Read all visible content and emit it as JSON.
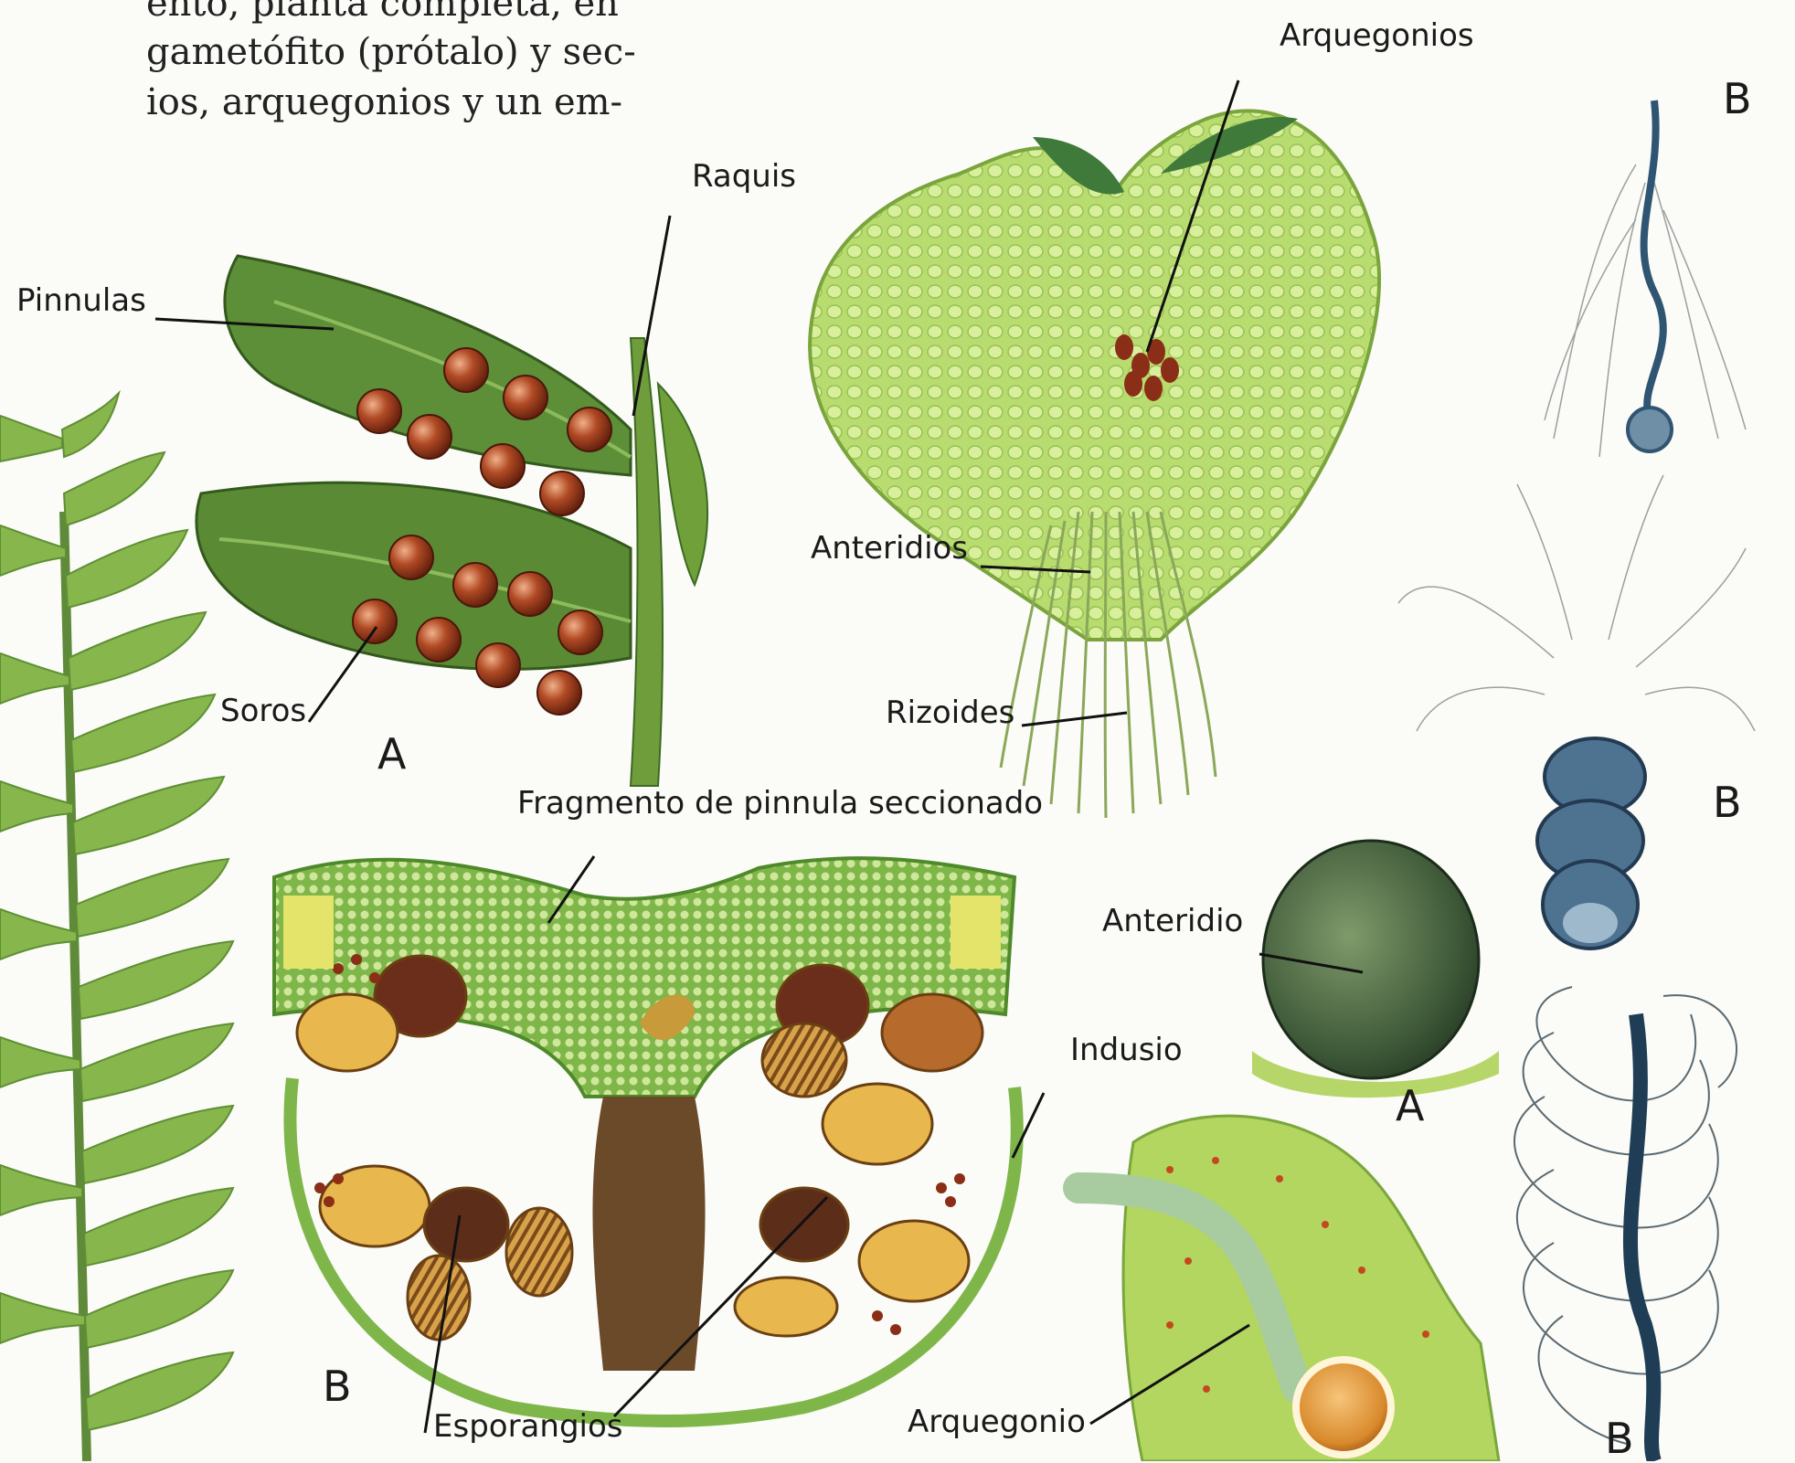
{
  "text_lines": [
    "ento, planta completa, en",
    "gametófito (prótalo) y sec-",
    "ios, arquegonios y un em-"
  ],
  "labels": {
    "arquegonios": "Arquegonios",
    "raquis": "Raquis",
    "pinnulas": "Pinnulas",
    "anteridios": "Anteridios",
    "soros": "Soros",
    "rizoides": "Rizoides",
    "fragmento": "Fragmento de pinnula seccionado",
    "anteridio": "Anteridio",
    "indusio": "Indusio",
    "esporangios": "Esporangios",
    "arquegonio": "Arquegonio"
  },
  "letters": {
    "pinna": "A",
    "section": "B",
    "anteridio": "A",
    "sperm_top": "B",
    "sperm_mid": "B",
    "sperm_bottom": "B"
  },
  "colors": {
    "leaf_dark": "#4e7a32",
    "leaf_light": "#a9cf6a",
    "prothallus": "#b5d86a",
    "sorus": "#9a3a1c",
    "sporangium": "#d9a441",
    "sperm": "#3a5f7e"
  }
}
